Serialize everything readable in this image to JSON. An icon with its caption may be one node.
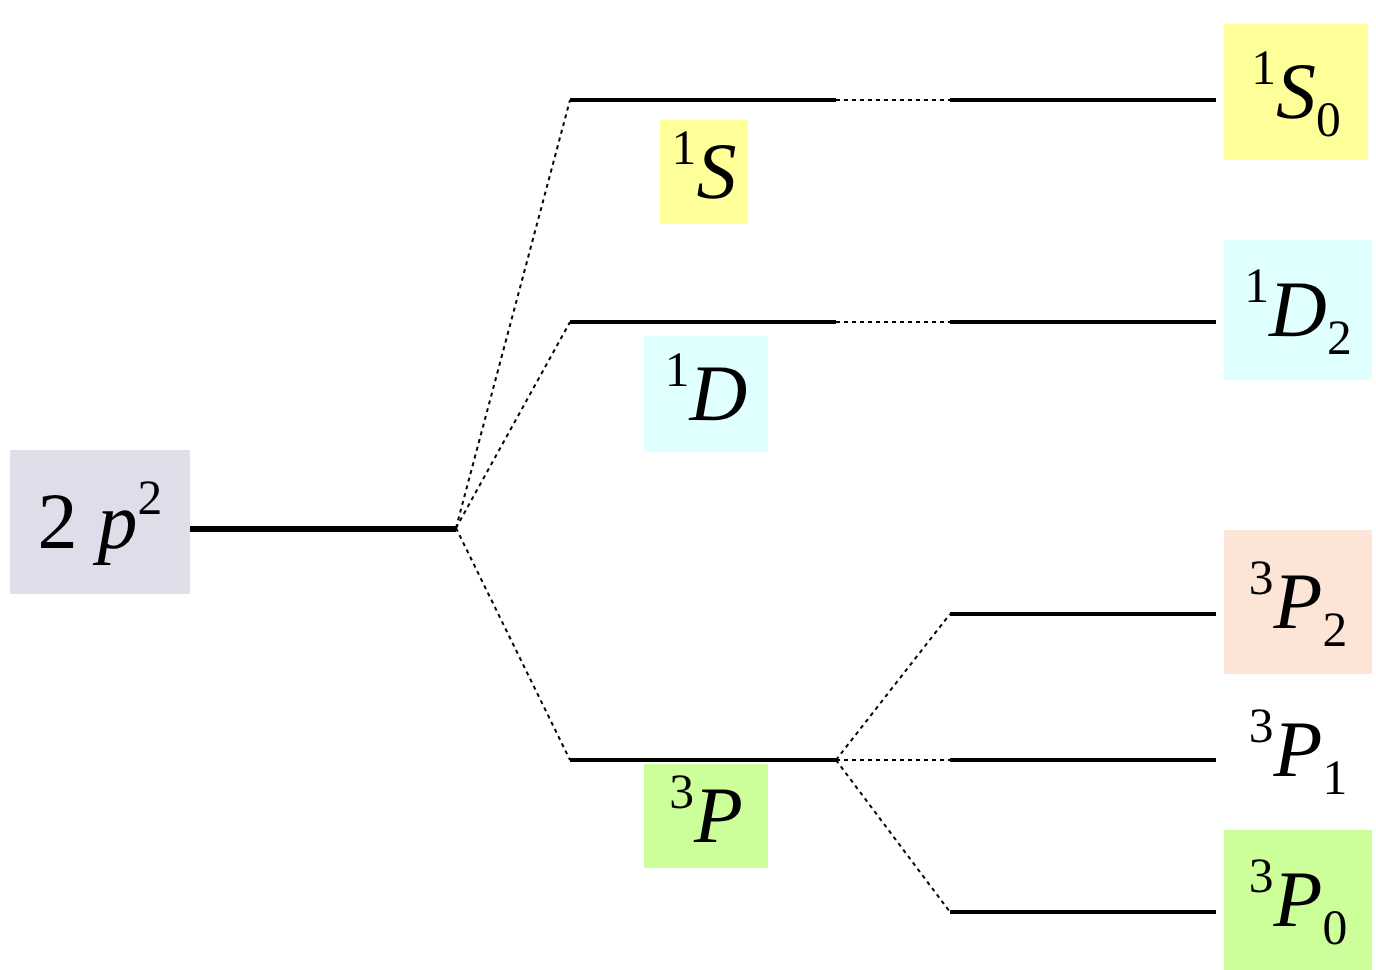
{
  "diagram": {
    "nodes": [
      {
        "text": [],
        "shape": "bar",
        "beside": [
          "2 *p*$^{2}$"
        ]
      },
      {
        "text": [],
        "shape": "bar",
        "beside": [
          "$^{1}$*S*"
        ]
      },
      {
        "text": [],
        "shape": "bar",
        "beside": [
          "$^{1}$*D*"
        ]
      },
      {
        "text": [],
        "shape": "bar",
        "beside": [
          "$^{3}$*P*"
        ]
      },
      {
        "text": [],
        "shape": "bar",
        "beside": [
          "$^{1}$*S*$_{0}$"
        ]
      },
      {
        "text": [],
        "shape": "bar",
        "beside": [
          "$^{1}$*D*$_{2}$"
        ]
      },
      {
        "text": [],
        "shape": "bar",
        "beside": [
          "$^{3}$*P*$_{2}$"
        ]
      },
      {
        "text": [],
        "shape": "bar",
        "beside": [
          "$^{3}$*P*$_{1}$"
        ]
      },
      {
        "text": [],
        "shape": "bar",
        "beside": [
          "$^{3}$*P*$_{0}$"
        ]
      }
    ],
    "edges": [
      {
        "from": 0,
        "to": 1,
        "arrow": "none"
      },
      {
        "from": 0,
        "to": 2,
        "arrow": "none"
      },
      {
        "from": 0,
        "to": 3,
        "arrow": "none"
      },
      {
        "from": 1,
        "to": 4,
        "arrow": "none"
      },
      {
        "from": 2,
        "to": 5,
        "arrow": "none"
      },
      {
        "from": 3,
        "to": 6,
        "arrow": "none"
      },
      {
        "from": 3,
        "to": 7,
        "arrow": "none"
      },
      {
        "from": 3,
        "to": 8,
        "arrow": "none"
      }
    ]
  }
}
